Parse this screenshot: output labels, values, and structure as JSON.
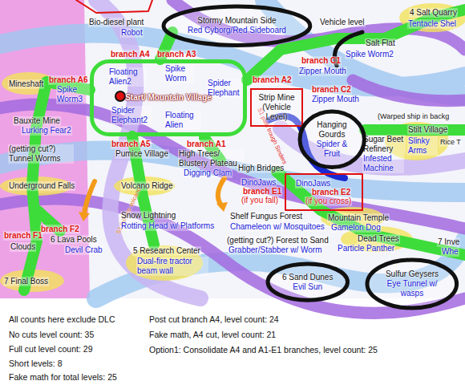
{
  "diagram": {
    "nodes": [
      {
        "text": [
          "Stormy Mountain Side",
          "Red Cyborg/Red Sideboard"
        ]
      },
      {
        "text": [
          "Start/ Mountain Village"
        ]
      },
      {
        "text": [
          "Strip Mine (Vehicle Level)"
        ]
      },
      {
        "text": [
          "Hanging Gourds",
          "Spider & Fruit"
        ]
      },
      {
        "text": [
          "Sulfur Geysers",
          "Eye Tunnel w/ wasps"
        ]
      },
      {
        "text": [
          "6 Sand Dunes",
          "Evil Sun"
        ]
      }
    ],
    "labels": [
      "Bio-diesel plant",
      "Robot",
      "Vehicle level",
      "4 Salt Quarry",
      "Tentacle Shel",
      "Salt Flat",
      "Spike Worm2",
      "branch A4",
      "Floating Alien2",
      "branch A3",
      "Spike Worm",
      "branch A6",
      "Spike Worm3",
      "Spider Elephant",
      "branch A2",
      "branch C1",
      "Zipper Mouth",
      "branch C2",
      "Zipper Mouth",
      "Mineshaft",
      "Spider Elephant2",
      "Floating Alien",
      "Bauxite Mine",
      "Lurking Fear2",
      "branch A5",
      "Pumice Village",
      "branch A1",
      "High Trees/ Blustery Plateau",
      "Digging Clam",
      "S1 path trough Sinders",
      "Sugar Beet Refinery",
      "Infested Machine",
      "(Warped ship in backg",
      "Stilt Village",
      "Slinky Arms",
      "Rice T",
      "(getting cut?) Tunnel Worms",
      "High Bridges",
      "DinoJaws",
      "branch E2",
      "(if you cross)",
      "DinoJaws",
      "branch E1",
      "(if you fall)",
      "Mountain Temple",
      "Gamelon Dog",
      "Underground Falls",
      "Volcano Ridge",
      "S1 fall into volcano",
      "Snow Lightning",
      "Rotting Head w/ Platforms",
      "Shelf Fungus Forest",
      "Chameleon w/ Mosquitoes",
      "Dead Trees",
      "Particle Panther",
      "branch F1",
      "Clouds",
      "branch F2",
      "6 Lava Pools",
      "Devil Crab",
      "5 Research Center",
      "Dual-fire tractor beam wall",
      "(getting cut?) Forest to Sand",
      "Grabber/Stabber w/ Worm",
      "7 Inve",
      "Whe",
      "7 Final Boss",
      "All counts here exclude DLC",
      "No cuts level count: 35",
      "Full cut level count: 29",
      "Short levels: 8",
      "Fake math for total levels: 25",
      "Post cut branch A4, level count: 24",
      "Fake math, A4 cut, level count: 21",
      "Option1: Consolidate A4 and A1-E1 branches, level count: 25"
    ]
  }
}
